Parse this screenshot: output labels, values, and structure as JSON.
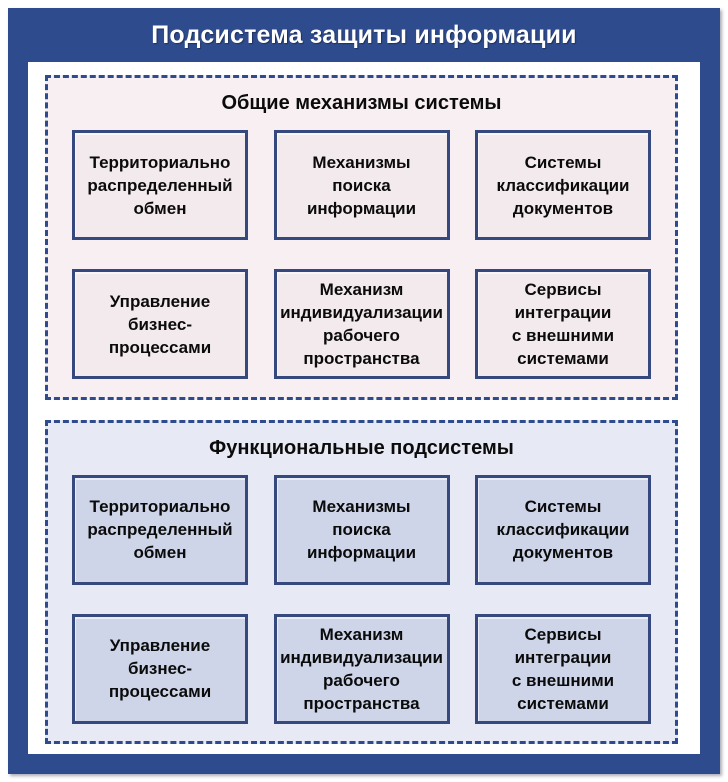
{
  "title": "Подсистема защиты информации",
  "colors": {
    "frame_blue": "#2E4B8E",
    "box_border_blue": "#35497F",
    "section_general_bg": "#F8EFF2",
    "section_general_box_bg": "#F3EAEE",
    "section_functional_bg": "#E7EAF4",
    "section_functional_box_bg": "#CED5E9",
    "title_text": "#FFFFFF",
    "body_text": "#0B0B0B"
  },
  "sections": [
    {
      "header": "Общие механизмы системы",
      "theme": "pink",
      "boxes": [
        "Территориально\nраспределенный\nобмен",
        "Механизмы\nпоиска\nинформации",
        "Системы\nклассификации\nдокументов",
        "Управление\nбизнес-\nпроцессами",
        "Механизм\nиндивидуализации\nрабочего\nпространства",
        "Сервисы\nинтеграции\nс внешними\nсистемами"
      ]
    },
    {
      "header": "Функциональные подсистемы",
      "theme": "blue",
      "boxes": [
        "Территориально\nраспределенный\nобмен",
        "Механизмы\nпоиска\nинформации",
        "Системы\nклассификации\nдокументов",
        "Управление\nбизнес-\nпроцессами",
        "Механизм\nиндивидуализации\nрабочего\nпространства",
        "Сервисы\nинтеграции\nс внешними\nсистемами"
      ]
    }
  ]
}
